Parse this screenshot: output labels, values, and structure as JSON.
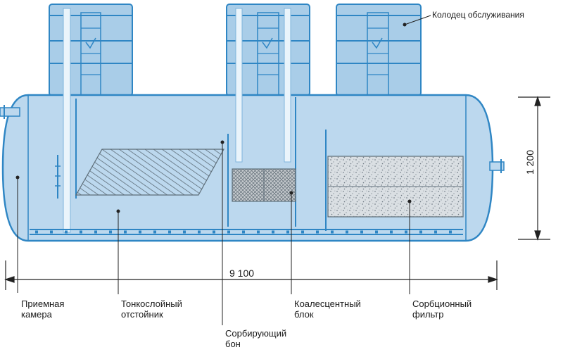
{
  "colors": {
    "tank_fill": "#bcd8ee",
    "tank_stroke": "#2f86c4",
    "well_fill": "#a9cde8",
    "pipe_fill": "#eaf4fb",
    "hatch": "#5d6d78",
    "sorbent_fill": "#d9dde0",
    "dim_line": "#222222",
    "text": "#1a1a1a"
  },
  "labels": {
    "service_well": "Колодец обслуживания",
    "length_dim": "9 100",
    "height_dim": "1 200",
    "receiving_chamber": "Приемная\nкамера",
    "thin_layer_settler": "Тонкослойный\nотстойник",
    "sorbing_boom": "Сорбирующий\nбон",
    "coalescent_block": "Коалесцентный\nблок",
    "sorption_filter": "Сорбционный\nфильтр"
  }
}
